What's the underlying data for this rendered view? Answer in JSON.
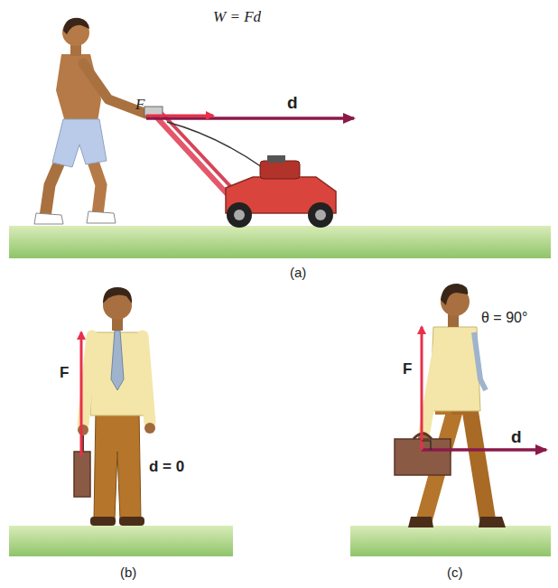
{
  "diagram": {
    "labels": [
      "W = Fd",
      "F",
      "d",
      "(a)",
      "F",
      "d = 0",
      "(b)",
      "θ = 90°",
      "F",
      "d",
      "(c)"
    ]
  }
}
